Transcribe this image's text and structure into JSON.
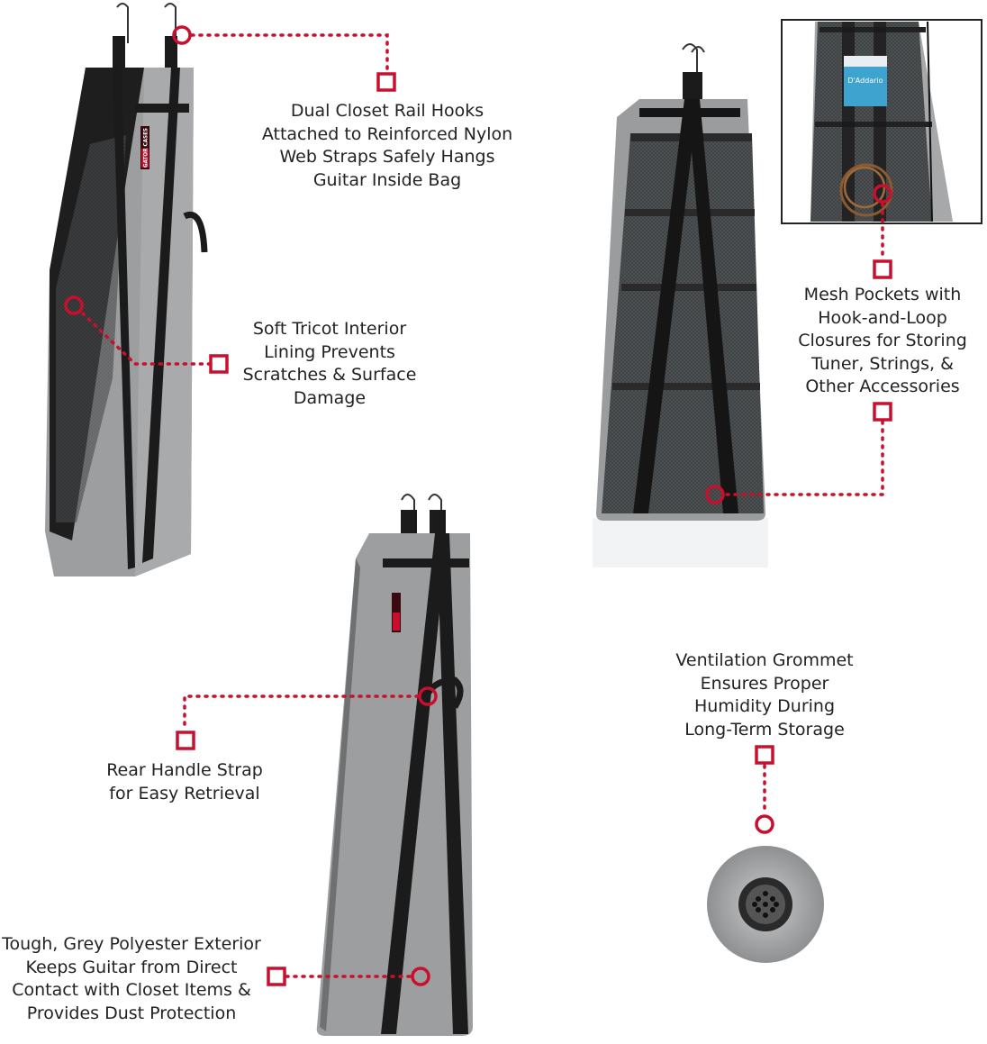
{
  "brand_label": "GATOR CASES",
  "inset_string_pack_label": "D'Addario",
  "colors": {
    "accent": "#c8102e",
    "bag_grey": "#9a9c9e",
    "strap_black": "#1b1b1b",
    "mesh_dark": "#3a3c3e"
  },
  "callouts": [
    {
      "id": "hooks",
      "lines": [
        "Dual Closet Rail Hooks",
        "Attached to Reinforced Nylon",
        "Web Straps Safely Hangs",
        "Guitar Inside Bag"
      ]
    },
    {
      "id": "lining",
      "lines": [
        "Soft Tricot Interior",
        "Lining Prevents",
        "Scratches & Surface",
        "Damage"
      ]
    },
    {
      "id": "pockets",
      "lines": [
        "Mesh Pockets with",
        "Hook-and-Loop",
        "Closures for Storing",
        "Tuner, Strings, &",
        "Other Accessories"
      ]
    },
    {
      "id": "grommet",
      "lines": [
        "Ventilation Grommet",
        "Ensures Proper",
        "Humidity During",
        "Long-Term Storage"
      ]
    },
    {
      "id": "handle",
      "lines": [
        "Rear Handle Strap",
        "for Easy Retrieval"
      ]
    },
    {
      "id": "exterior",
      "lines": [
        "Tough, Grey Polyester Exterior",
        "Keeps Guitar from Direct",
        "Contact with Closet Items &",
        "Provides Dust Protection"
      ]
    }
  ]
}
